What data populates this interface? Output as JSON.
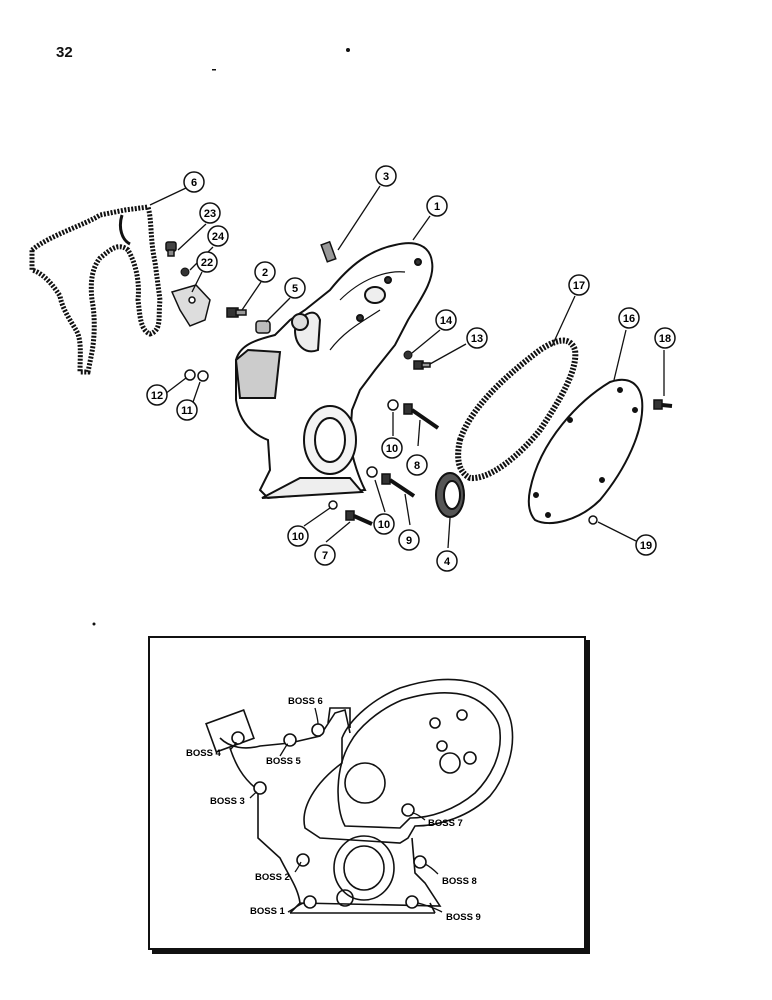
{
  "page": {
    "number": "32"
  },
  "callouts": [
    {
      "id": "callout-1",
      "label": "1"
    },
    {
      "id": "callout-2",
      "label": "2"
    },
    {
      "id": "callout-3",
      "label": "3"
    },
    {
      "id": "callout-4",
      "label": "4"
    },
    {
      "id": "callout-5",
      "label": "5"
    },
    {
      "id": "callout-6",
      "label": "6"
    },
    {
      "id": "callout-7",
      "label": "7"
    },
    {
      "id": "callout-8",
      "label": "8"
    },
    {
      "id": "callout-9",
      "label": "9"
    },
    {
      "id": "callout-10a",
      "label": "10"
    },
    {
      "id": "callout-10b",
      "label": "10"
    },
    {
      "id": "callout-10c",
      "label": "10"
    },
    {
      "id": "callout-11",
      "label": "11"
    },
    {
      "id": "callout-12",
      "label": "12"
    },
    {
      "id": "callout-13",
      "label": "13"
    },
    {
      "id": "callout-14",
      "label": "14"
    },
    {
      "id": "callout-16",
      "label": "16"
    },
    {
      "id": "callout-17",
      "label": "17"
    },
    {
      "id": "callout-18",
      "label": "18"
    },
    {
      "id": "callout-19",
      "label": "19"
    },
    {
      "id": "callout-22",
      "label": "22"
    },
    {
      "id": "callout-23",
      "label": "23"
    },
    {
      "id": "callout-24",
      "label": "24"
    }
  ],
  "inset": {
    "labels": [
      {
        "id": "boss-1",
        "text": "BOSS 1"
      },
      {
        "id": "boss-2",
        "text": "BOSS 2"
      },
      {
        "id": "boss-3",
        "text": "BOSS 3"
      },
      {
        "id": "boss-4",
        "text": "BOSS 4"
      },
      {
        "id": "boss-5",
        "text": "BOSS 5"
      },
      {
        "id": "boss-6",
        "text": "BOSS 6"
      },
      {
        "id": "boss-7",
        "text": "BOSS 7"
      },
      {
        "id": "boss-8",
        "text": "BOSS 8"
      },
      {
        "id": "boss-9",
        "text": "BOSS 9"
      }
    ]
  }
}
